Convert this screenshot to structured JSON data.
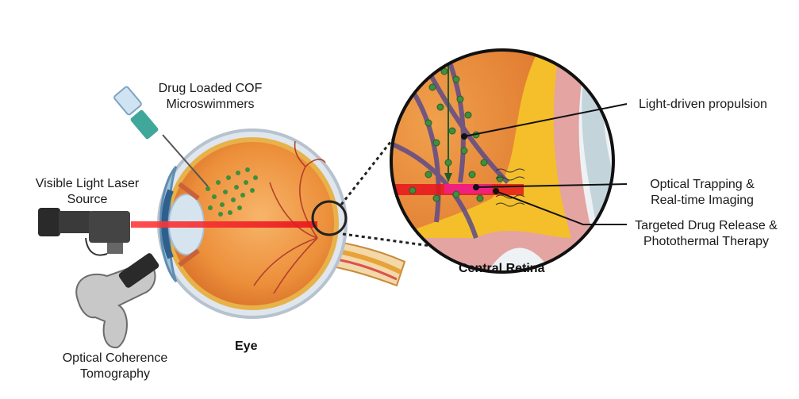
{
  "labels": {
    "drug": [
      "Drug Loaded COF",
      "Microswimmers"
    ],
    "laser": [
      "Visible Light Laser",
      "Source"
    ],
    "oct": [
      "Optical Coherence",
      "Tomography"
    ],
    "propulsion": [
      "Light-driven propulsion"
    ],
    "trapping": [
      "Optical Trapping &",
      "Real-time Imaging"
    ],
    "release": [
      "Targeted Drug Release &",
      "Photothermal Therapy"
    ]
  },
  "captions": {
    "eye": "Eye",
    "retina": "Central Retina"
  },
  "colors": {
    "laser_red": "#e8141c",
    "eye_orange": "#e98a38",
    "microswimmer_green": "#3f8f3c",
    "retina_yellow": "#f4bf2a",
    "vessel_purple": "#5c4a8a"
  }
}
